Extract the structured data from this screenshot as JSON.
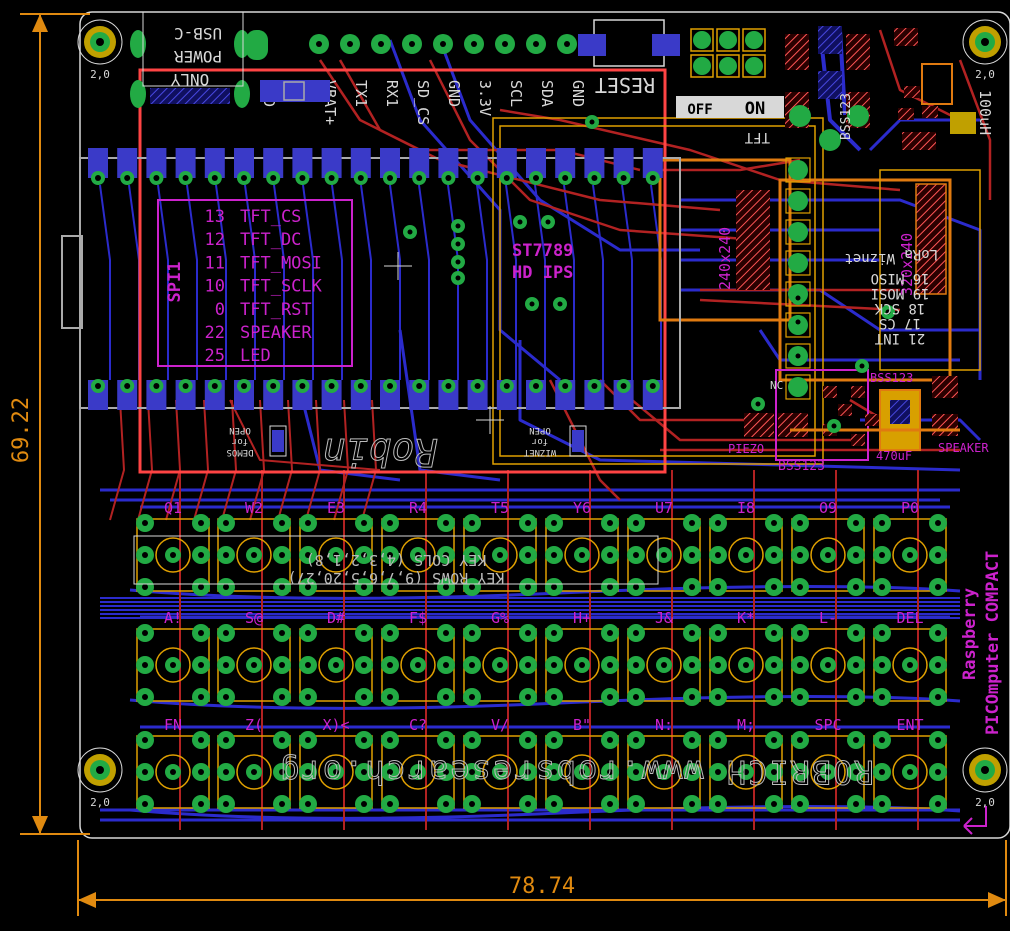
{
  "dimensions": {
    "width_label": "78.74",
    "height_label": "69.22",
    "color": "#e08a10"
  },
  "hole_label": "2,0",
  "colors": {
    "background": "#000000",
    "outline": "#d8d8d8",
    "top_copper": "#b22222",
    "bottom_copper": "#2b2bcc",
    "pad": "#3a3ac8",
    "via": "#22aa44",
    "silk": "#d8d8d8",
    "keep": "#e0a000",
    "label": "#cc22cc",
    "highlight": "#ff4444"
  },
  "header": {
    "usb_lines": [
      "USB-C",
      "POWER",
      "ONLY"
    ],
    "pins": [
      "GND",
      "VBAT+",
      "TX1",
      "RX1",
      "SD_CS",
      "GND",
      "3.3V",
      "SCL",
      "SDA",
      "GND"
    ],
    "reset": "RESET",
    "on": "ON",
    "off": "OFF"
  },
  "pin_table": {
    "title": "SPI1",
    "rows": [
      {
        "pin": "13",
        "name": "TFT_CS"
      },
      {
        "pin": "12",
        "name": "TFT_DC"
      },
      {
        "pin": "11",
        "name": "TFT_MOSI"
      },
      {
        "pin": "10",
        "name": "TFT_SCLK"
      },
      {
        "pin": "0",
        "name": "TFT_RST"
      },
      {
        "pin": "22",
        "name": "SPEAKER"
      },
      {
        "pin": "25",
        "name": "LED"
      }
    ]
  },
  "display": {
    "controller": "ST7789",
    "type": "HD IPS",
    "resolution": "240x240",
    "resolution_alt": "320x240"
  },
  "lora": {
    "title": "LoRa",
    "module": "Wiznet",
    "pins": [
      "16 MISO",
      "19 MOSI",
      "18 SCK",
      "17 CS",
      "21 INT"
    ]
  },
  "tft_label": "TFT",
  "open_notes": [
    {
      "lines": [
        "OPEN",
        "for",
        "DEMOS"
      ]
    },
    {
      "lines": [
        "OPEN",
        "for",
        "WIZNET"
      ]
    }
  ],
  "components": {
    "piezo": "PIEZO",
    "bss_a": "BSS123",
    "bss_b": "BSS123",
    "cap": "470uF",
    "speaker": "SPEAKER",
    "inductor": "100uH",
    "nc": "NC",
    "bss_top": "BSS123"
  },
  "keyboard": {
    "rows": [
      [
        "Q1",
        "W2",
        "E3",
        "R4",
        "T5",
        "Y6",
        "U7",
        "I8",
        "O9",
        "P0"
      ],
      [
        "A!",
        "S@",
        "D#",
        "F$",
        "G%",
        "H+",
        "J&",
        "K*",
        "L-",
        "DEL"
      ],
      [
        "FN",
        "Z(",
        "X)<",
        "C?",
        "V/",
        "B\"",
        "N:",
        "M;",
        "SPC",
        "ENT"
      ]
    ],
    "legend_lines": [
      "KEY COLS (4,3,2,1,8)",
      "KEY ROWS (9,7,6,5,20,27)"
    ]
  },
  "product": {
    "brand": "Raspberry",
    "name": "PICOmputer COMPACT"
  },
  "website": "ROBRICH www.robsresearch.org",
  "signature": "Robin"
}
